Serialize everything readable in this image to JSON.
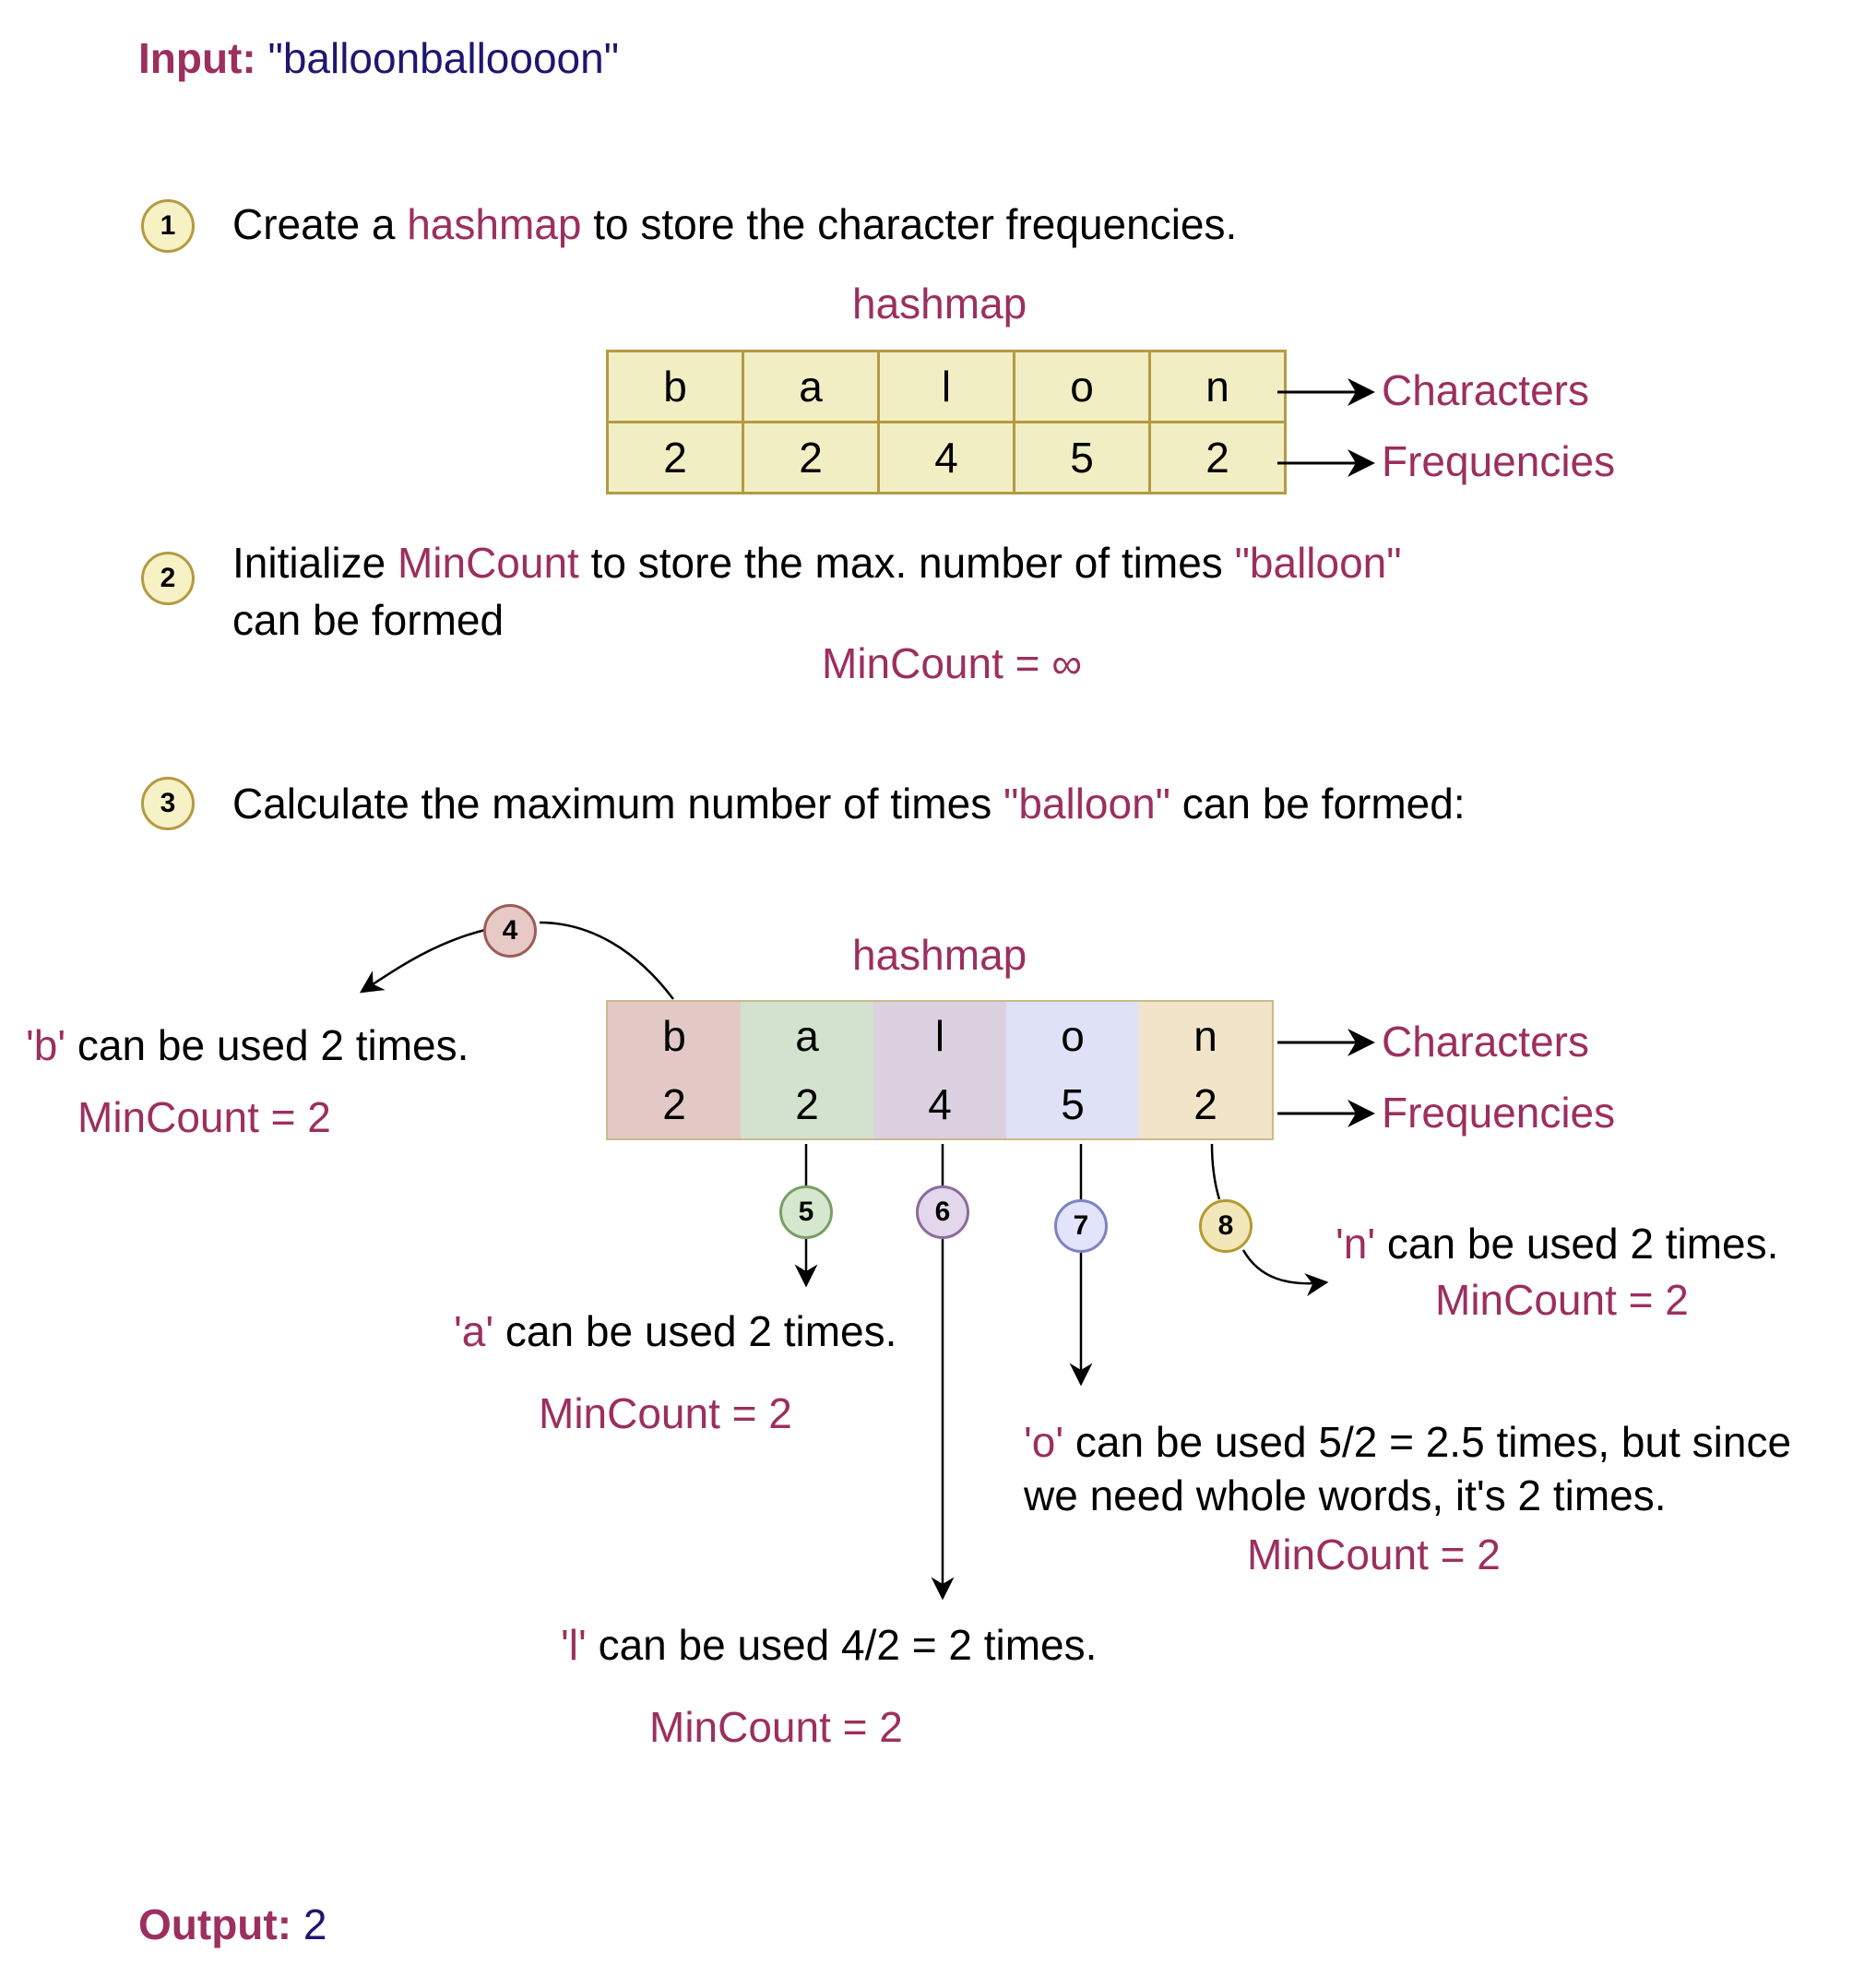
{
  "input": {
    "label": "Input:",
    "value": "\"balloonballoooon\""
  },
  "step1": {
    "num": "1",
    "text_a": "Create a ",
    "text_hl": "hashmap",
    "text_b": " to store the character frequencies."
  },
  "hashmap_title": "hashmap",
  "hashmap_title2": "hashmap",
  "hashmap": {
    "characters": [
      "b",
      "a",
      "l",
      "o",
      "n"
    ],
    "frequencies": [
      "2",
      "2",
      "4",
      "5",
      "2"
    ]
  },
  "row_labels": {
    "characters": "Characters",
    "frequencies": "Frequencies"
  },
  "step2": {
    "num": "2",
    "text_a": "Initialize ",
    "text_hl": "MinCount",
    "text_b": " to store the max. number of times ",
    "text_hl2": "\"balloon\"",
    "line2": "can be formed",
    "init": "MinCount = ∞"
  },
  "step3": {
    "num": "3",
    "text_a": "Calculate the maximum number of times ",
    "text_hl": "\"balloon\"",
    "text_b": " can be formed:"
  },
  "cell_colors": {
    "b": "#e2c9c5",
    "a": "#d3e1cf",
    "l": "#dbd1e0",
    "o": "#dfe1f6",
    "n": "#f1e4c9"
  },
  "badges": [
    {
      "num": "4",
      "fill": "#e7c9c5",
      "stroke": "#9c5c57"
    },
    {
      "num": "5",
      "fill": "#d6e7cf",
      "stroke": "#7a9e63"
    },
    {
      "num": "6",
      "fill": "#e3d7ec",
      "stroke": "#8b6c99"
    },
    {
      "num": "7",
      "fill": "#e1e4fa",
      "stroke": "#7c83c1"
    },
    {
      "num": "8",
      "fill": "#f2e7b8",
      "stroke": "#b59a32"
    }
  ],
  "notes": {
    "b": {
      "char": "'b'",
      "text": " can be used 2 times.",
      "min": "MinCount = 2"
    },
    "a": {
      "char": "'a'",
      "text": " can be used 2 times.",
      "min": "MinCount = 2"
    },
    "l": {
      "char": "'l'",
      "text": " can be used 4/2 = 2 times.",
      "min": "MinCount = 2"
    },
    "o": {
      "char": "'o'",
      "text": " can be used 5/2 = 2.5 times, but since",
      "line2": "we need whole words, it's 2 times.",
      "min": "MinCount = 2"
    },
    "n": {
      "char": "'n'",
      "text": " can be used 2 times.",
      "min": "MinCount = 2"
    }
  },
  "output": {
    "label": "Output:",
    "value": "2"
  }
}
